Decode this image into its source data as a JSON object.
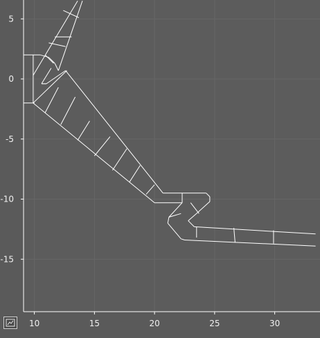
{
  "x_axis": {
    "ticks": [
      10,
      15,
      20,
      25,
      30
    ],
    "labels": [
      "10",
      "15",
      "20",
      "25",
      "30"
    ]
  },
  "y_axis": {
    "ticks": [
      5,
      0,
      -5,
      -10,
      -15
    ],
    "labels": [
      "5",
      "0",
      "-5",
      "-10",
      "-15"
    ]
  },
  "colors": {
    "background": "#5a5a5a",
    "plot_area": "#5c5c5c",
    "edges": "#ffffff",
    "grid": "#666666"
  },
  "corner_button": {
    "icon": "zoom-extents-icon"
  },
  "mesh": {
    "description": "",
    "edges": [
      [
        [
          9.1,
          2.0
        ],
        [
          10.5,
          2.0
        ]
      ],
      [
        [
          10.5,
          2.0
        ],
        [
          11.2,
          1.8
        ]
      ],
      [
        [
          11.2,
          1.8
        ],
        [
          11.7,
          1.3
        ]
      ],
      [
        [
          11.7,
          1.3
        ],
        [
          12.0,
          0.7
        ]
      ],
      [
        [
          9.1,
          -2.0
        ],
        [
          10.0,
          -2.0
        ]
      ],
      [
        [
          9.9,
          2.0
        ],
        [
          9.9,
          -2.0
        ]
      ],
      [
        [
          9.9,
          -2.0
        ],
        [
          12.7,
          0.7
        ]
      ],
      [
        [
          9.9,
          0.3
        ],
        [
          13.6,
          6.5
        ]
      ],
      [
        [
          12.0,
          0.7
        ],
        [
          14.0,
          6.5
        ]
      ],
      [
        [
          10.6,
          -0.4
        ],
        [
          11.0,
          -0.4
        ]
      ],
      [
        [
          11.0,
          -0.4
        ],
        [
          12.6,
          0.7
        ]
      ],
      [
        [
          9.9,
          -2.0
        ],
        [
          20.0,
          -10.3
        ]
      ],
      [
        [
          12.6,
          0.7
        ],
        [
          20.7,
          -9.5
        ]
      ],
      [
        [
          20.0,
          -10.3
        ],
        [
          22.3,
          -10.3
        ]
      ],
      [
        [
          20.7,
          -9.5
        ],
        [
          24.3,
          -9.5
        ]
      ],
      [
        [
          24.3,
          -9.5
        ],
        [
          24.6,
          -9.8
        ]
      ],
      [
        [
          24.6,
          -9.8
        ],
        [
          24.6,
          -10.2
        ]
      ],
      [
        [
          24.6,
          -10.2
        ],
        [
          23.5,
          -11.2
        ]
      ],
      [
        [
          23.5,
          -11.2
        ],
        [
          22.8,
          -11.8
        ]
      ],
      [
        [
          22.8,
          -11.8
        ],
        [
          23.3,
          -12.3
        ]
      ],
      [
        [
          22.3,
          -10.3
        ],
        [
          22.3,
          -10.3
        ]
      ],
      [
        [
          22.3,
          -10.3
        ],
        [
          21.2,
          -11.5
        ]
      ],
      [
        [
          21.2,
          -11.5
        ],
        [
          21.1,
          -12.0
        ]
      ],
      [
        [
          21.1,
          -12.0
        ],
        [
          22.2,
          -13.3
        ]
      ],
      [
        [
          22.2,
          -13.3
        ],
        [
          22.5,
          -13.4
        ]
      ],
      [
        [
          23.3,
          -12.3
        ],
        [
          33.4,
          -12.9
        ]
      ],
      [
        [
          22.5,
          -13.4
        ],
        [
          33.4,
          -13.9
        ]
      ],
      [
        [
          22.3,
          -9.5
        ],
        [
          22.3,
          -10.3
        ]
      ],
      [
        [
          23.0,
          -10.3
        ],
        [
          23.7,
          -11.2
        ]
      ],
      [
        [
          21.2,
          -11.5
        ],
        [
          22.2,
          -11.2
        ]
      ],
      [
        [
          10.6,
          -0.4
        ],
        [
          11.0,
          -0.4
        ]
      ],
      [
        [
          10.9,
          -2.8
        ],
        [
          12.0,
          -0.7
        ]
      ],
      [
        [
          12.2,
          -3.8
        ],
        [
          13.4,
          -1.5
        ]
      ],
      [
        [
          13.6,
          -5.1
        ],
        [
          14.6,
          -3.5
        ]
      ],
      [
        [
          15.0,
          -6.4
        ],
        [
          16.3,
          -4.8
        ]
      ],
      [
        [
          16.5,
          -7.6
        ],
        [
          17.7,
          -5.8
        ]
      ],
      [
        [
          17.9,
          -8.6
        ],
        [
          18.8,
          -7.2
        ]
      ],
      [
        [
          19.3,
          -9.6
        ],
        [
          20.0,
          -8.8
        ]
      ],
      [
        [
          10.6,
          -0.4
        ],
        [
          11.4,
          0.9
        ]
      ],
      [
        [
          10.9,
          2.0
        ],
        [
          11.6,
          1.3
        ]
      ],
      [
        [
          11.2,
          3.0
        ],
        [
          12.6,
          2.7
        ]
      ],
      [
        [
          11.7,
          3.5
        ],
        [
          13.1,
          3.5
        ]
      ],
      [
        [
          12.4,
          5.7
        ],
        [
          13.7,
          5.1
        ]
      ],
      [
        [
          23.5,
          -12.3
        ],
        [
          23.5,
          -13.2
        ]
      ],
      [
        [
          26.6,
          -12.4
        ],
        [
          26.7,
          -13.6
        ]
      ],
      [
        [
          29.9,
          -12.6
        ],
        [
          29.9,
          -13.7
        ]
      ]
    ]
  }
}
